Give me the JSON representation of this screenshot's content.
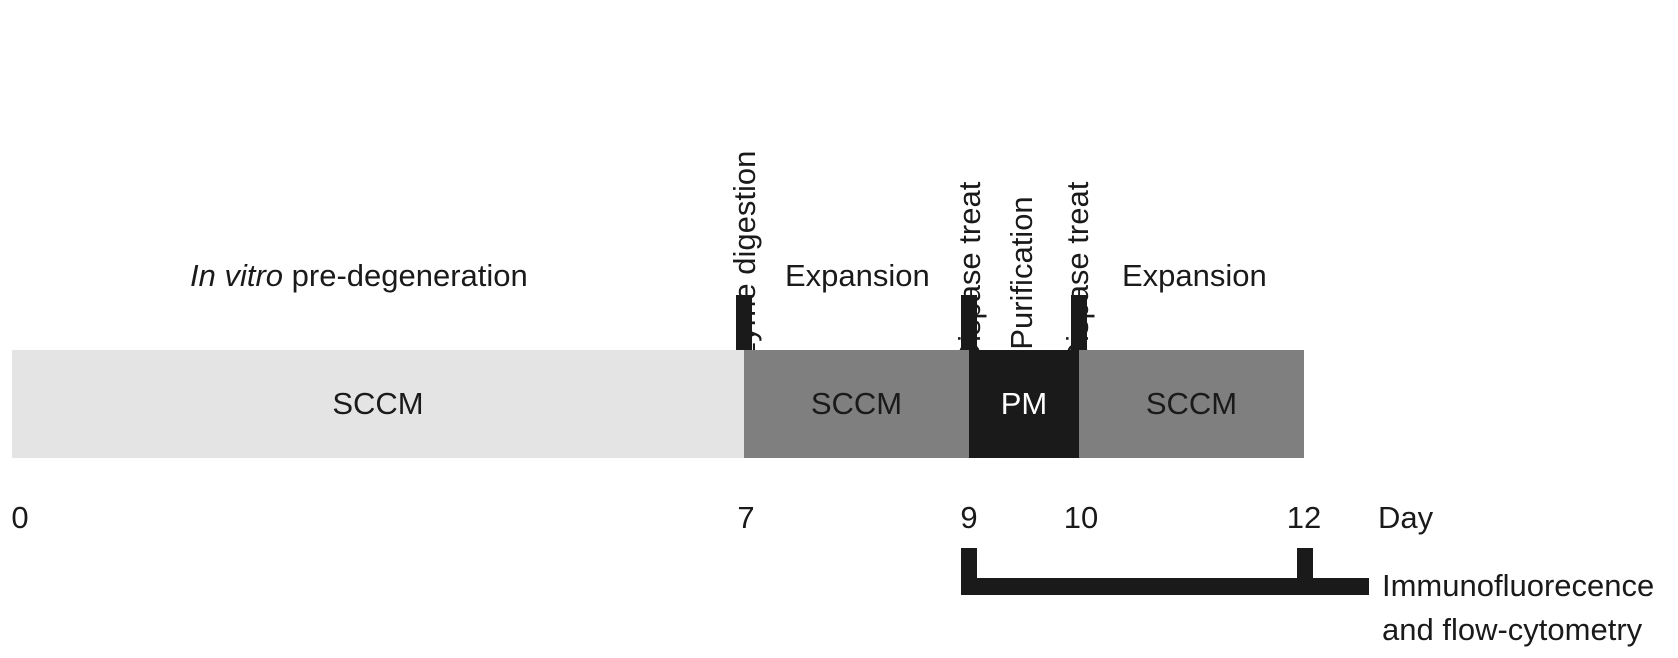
{
  "top_labels": {
    "pre_degeneration_italic": "In vitro",
    "pre_degeneration_rest": " pre-degeneration",
    "expansion_1": "Expansion",
    "expansion_2": "Expansion"
  },
  "vertical_labels": {
    "enzyme": "Enzyme digestion",
    "dispase_1": "Dispase treat",
    "purification": "Purification",
    "dispase_2": "Dispase treat"
  },
  "phases": {
    "sccm_1": "SCCM",
    "sccm_2": "SCCM",
    "pm": "PM",
    "sccm_3": "SCCM"
  },
  "days": {
    "d0": "0",
    "d7": "7",
    "d9": "9",
    "d10": "10",
    "d12": "12",
    "unit": "Day"
  },
  "assay": {
    "line1": "Immunofluorecence",
    "line2": "and flow-cytometry"
  },
  "colors": {
    "sccm_light": "#e4e4e4",
    "sccm_mid": "#7f7f7f",
    "pm": "#1a1a1a",
    "ink": "#1a1a1a"
  }
}
